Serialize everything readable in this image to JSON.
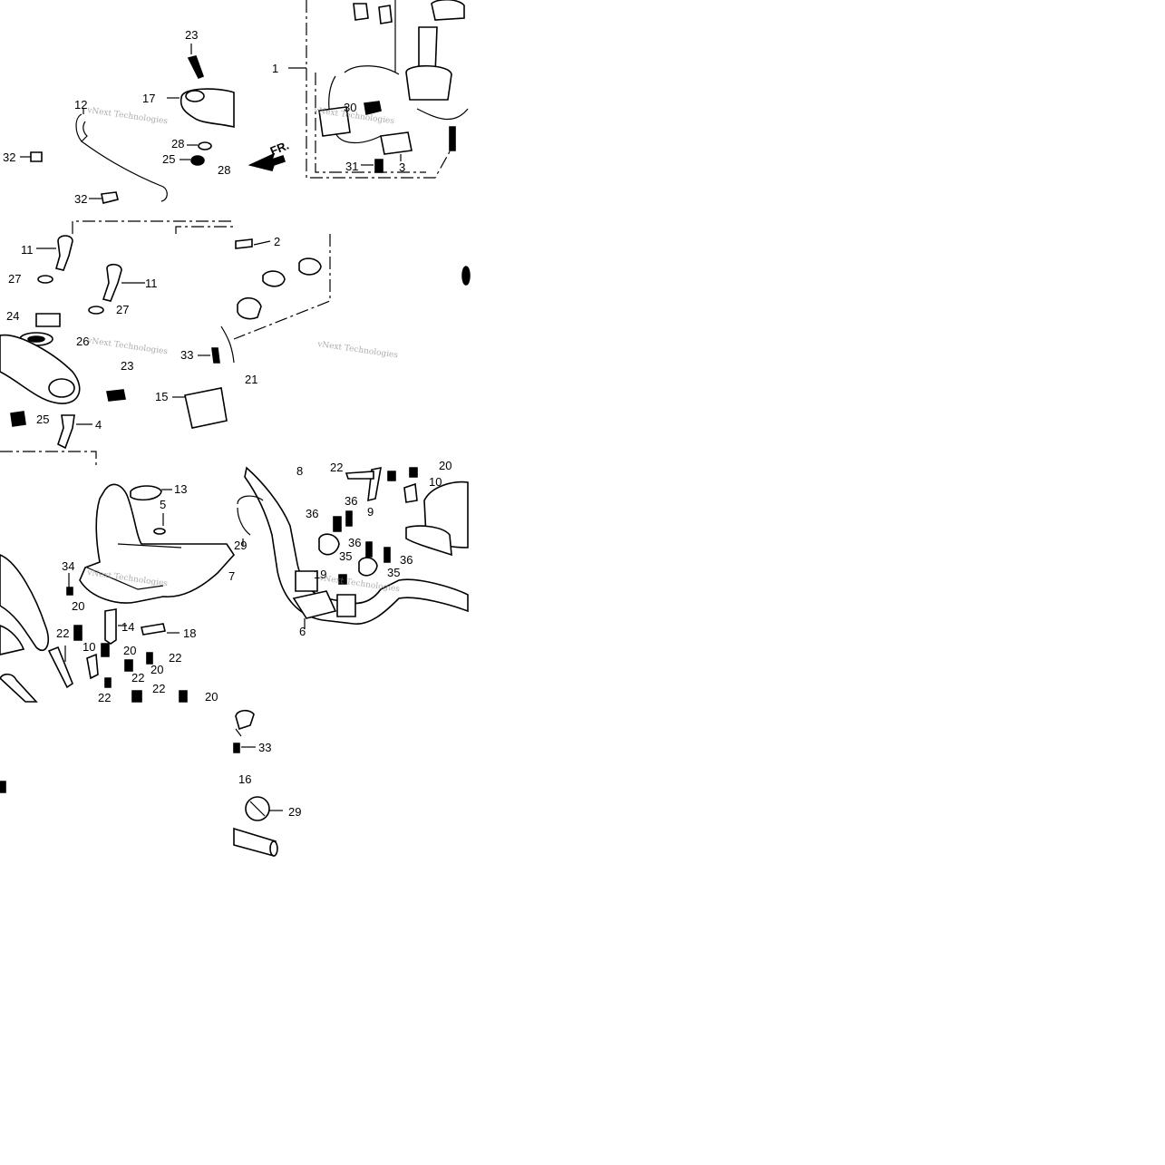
{
  "diagram": {
    "watermark": "vNext Technologies",
    "arrow_label": "FR.",
    "callouts": {
      "c1": "1",
      "c2": "2",
      "c3": "3",
      "c4": "4",
      "c5": "5",
      "c6": "6",
      "c7": "7",
      "c8": "8",
      "c9": "9",
      "c10a": "10",
      "c10b": "10",
      "c11a": "11",
      "c11b": "11",
      "c12": "12",
      "c13": "13",
      "c14": "14",
      "c15": "15",
      "c16": "16",
      "c17": "17",
      "c18": "18",
      "c19": "19",
      "c20a": "20",
      "c20b": "20",
      "c20c": "20",
      "c20d": "20",
      "c20e": "20",
      "c21": "21",
      "c22a": "22",
      "c22b": "22",
      "c22c": "22",
      "c22d": "22",
      "c22e": "22",
      "c22f": "22",
      "c23a": "23",
      "c23b": "23",
      "c24": "24",
      "c25a": "25",
      "c25b": "25",
      "c26": "26",
      "c27a": "27",
      "c27b": "27",
      "c28a": "28",
      "c28b": "28",
      "c29a": "29",
      "c29b": "29",
      "c30": "30",
      "c31": "31",
      "c32a": "32",
      "c32b": "32",
      "c33a": "33",
      "c33b": "33",
      "c34": "34",
      "c35a": "35",
      "c35b": "35",
      "c36a": "36",
      "c36b": "36",
      "c36c": "36",
      "c36d": "36"
    }
  }
}
